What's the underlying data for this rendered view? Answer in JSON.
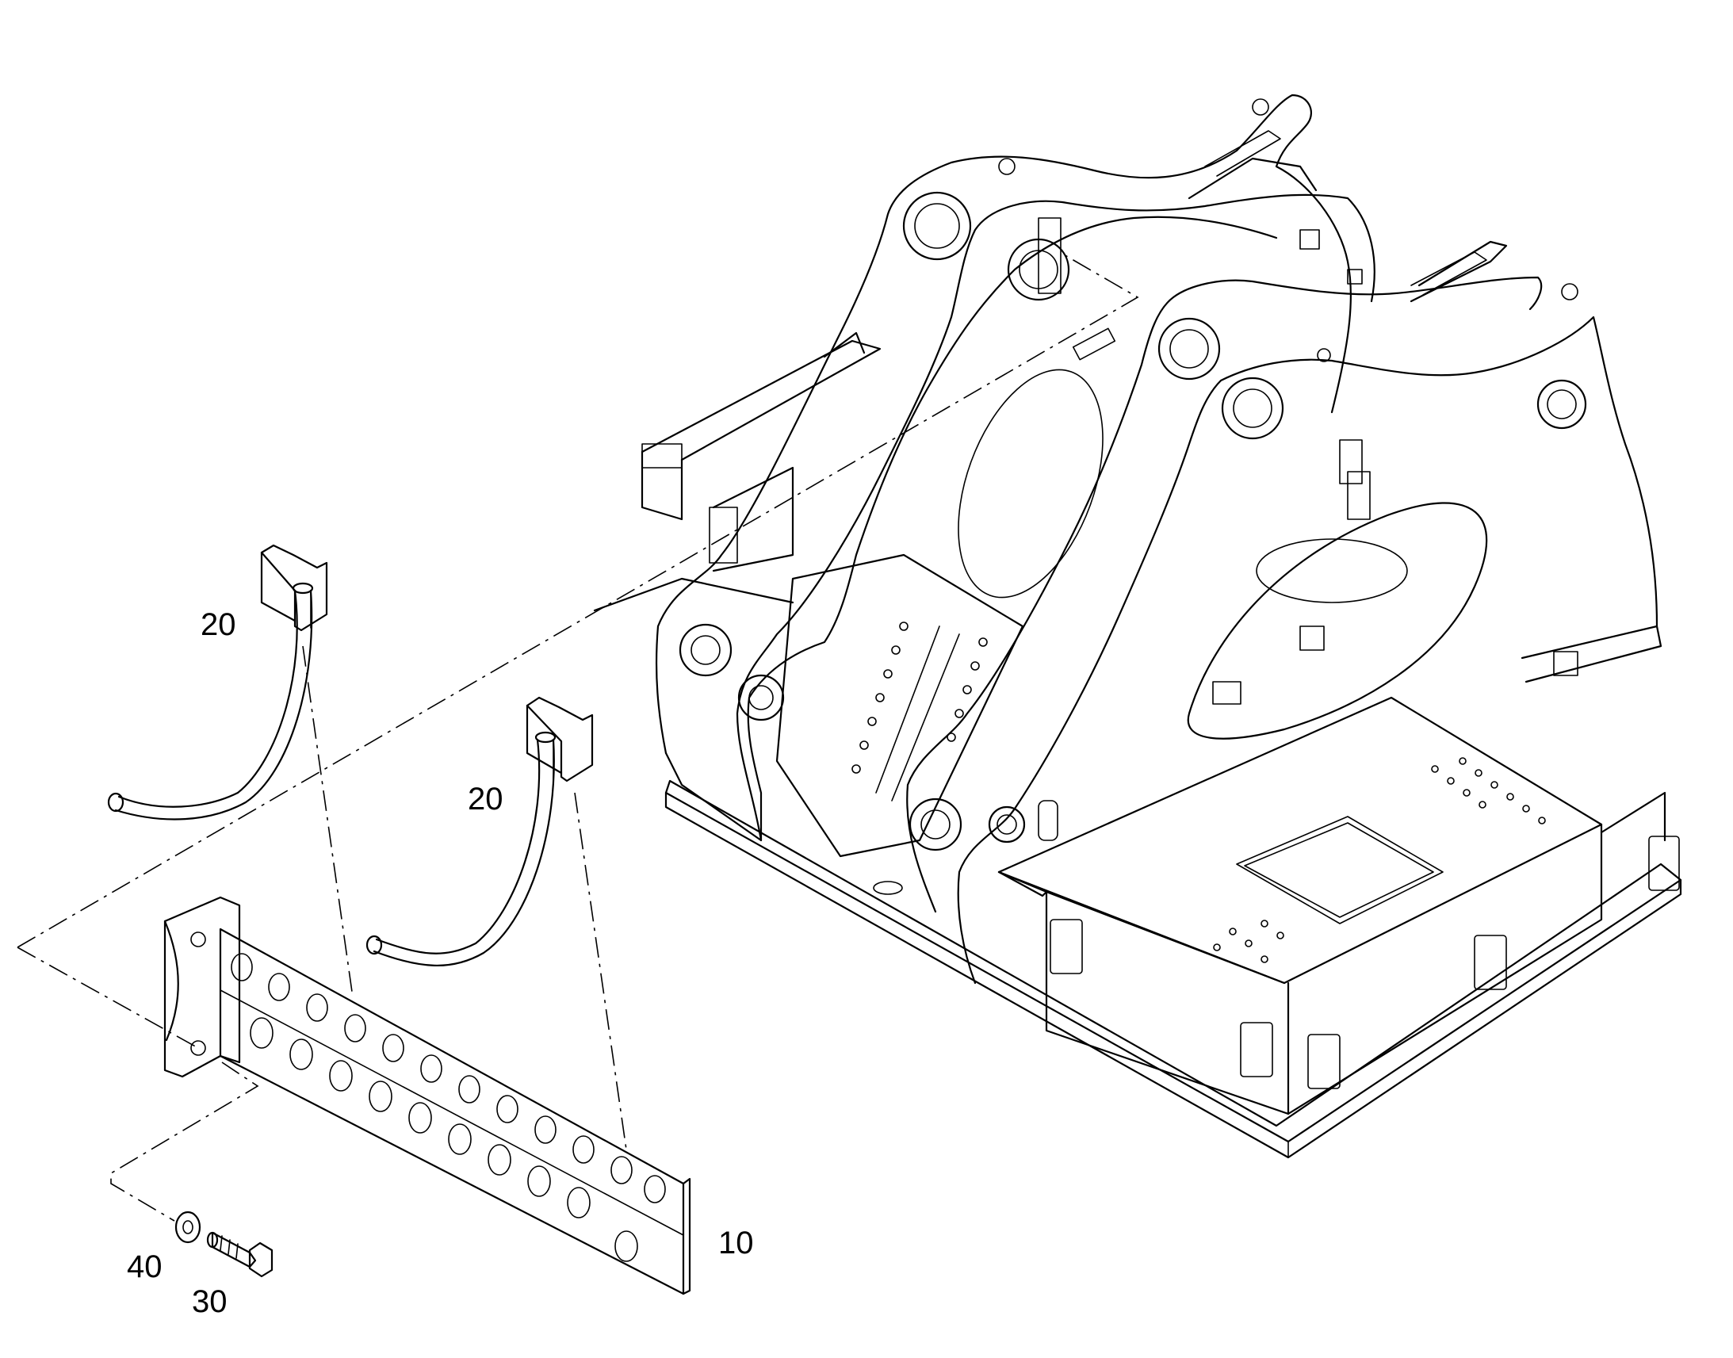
{
  "callouts": {
    "rail_plate": "10",
    "hose_clip_left": "20",
    "hose_clip_right": "20",
    "bolt": "30",
    "washer": "40"
  }
}
